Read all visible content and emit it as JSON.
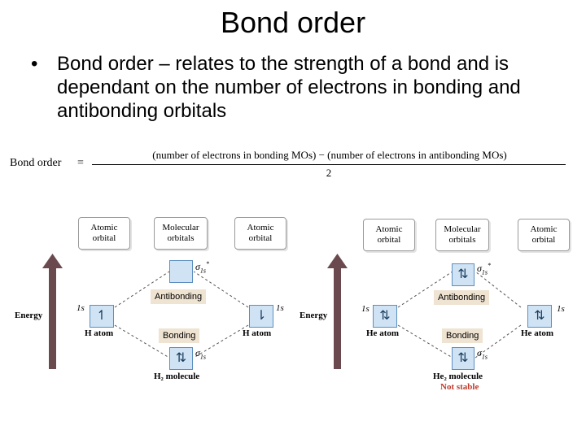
{
  "slide": {
    "title": "Bond order",
    "bullet_symbol": "•",
    "bullet_text": "Bond order – relates to the strength of a bond and is dependant on the number of electrons in bonding and antibonding orbitals"
  },
  "equation": {
    "label": "Bond order",
    "equals": "=",
    "numerator": "(number of electrons in bonding MOs) − (number of electrons in antibonding MOs)",
    "denominator": "2"
  },
  "diagrams": [
    {
      "headers": [
        "Atomic orbital",
        "Molecular orbitals",
        "Atomic orbital"
      ],
      "energy_label": "Energy",
      "antibonding_label": "Antibonding",
      "bonding_label": "Bonding",
      "left_orbital": "1s",
      "right_orbital": "1s",
      "left_atom": "H atom",
      "right_atom": "H atom",
      "molecule": "H₂ molecule",
      "note": "",
      "left_electrons": "↿",
      "right_electrons": "⇂",
      "antibonding_electrons": "",
      "bonding_electrons": "⇅"
    },
    {
      "headers": [
        "Atomic orbital",
        "Molecular orbitals",
        "Atomic orbital"
      ],
      "energy_label": "Energy",
      "antibonding_label": "Antibonding",
      "bonding_label": "Bonding",
      "left_orbital": "1s",
      "right_orbital": "1s",
      "left_atom": "He atom",
      "right_atom": "He atom",
      "molecule": "He₂ molecule",
      "note": "Not stable",
      "left_electrons": "⇅",
      "right_electrons": "⇅",
      "antibonding_electrons": "⇅",
      "bonding_electrons": "⇅"
    }
  ],
  "colors": {
    "arrow": "#6b4a4f",
    "box_fill": "#cfe3f4",
    "box_stroke": "#5b8fbf",
    "tag_fill": "#efe3d2",
    "not_stable": "#c0392b"
  }
}
